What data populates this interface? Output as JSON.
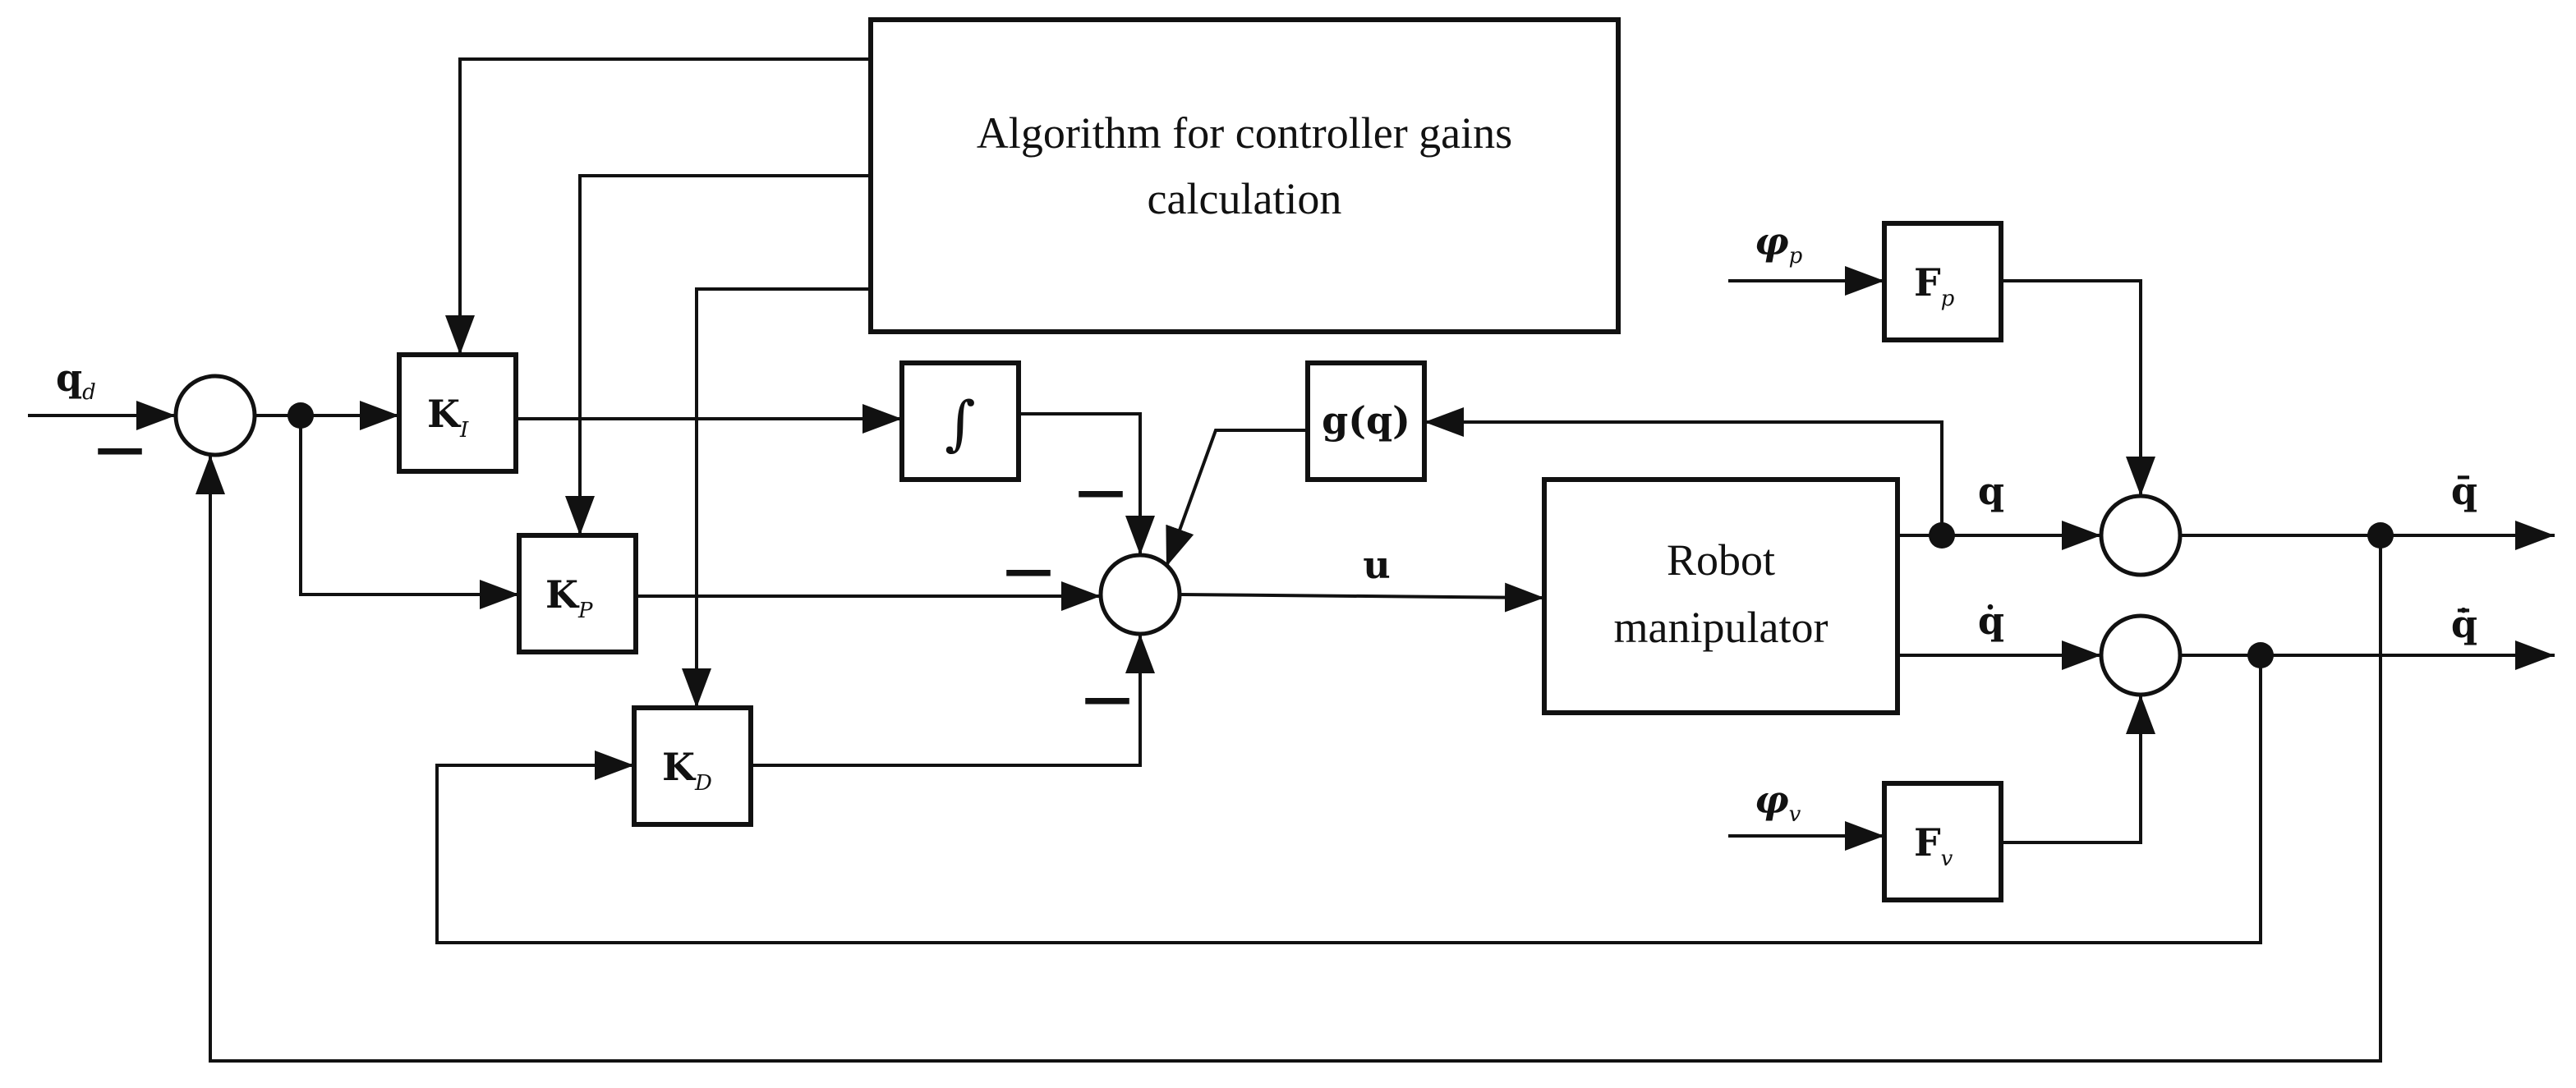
{
  "algorithm_block": {
    "line1": "Algorithm for controller gains",
    "line2": "calculation"
  },
  "robot_block": {
    "line1": "Robot",
    "line2": "manipulator"
  },
  "blocks": {
    "ki": {
      "main": "K",
      "sub": "I"
    },
    "kp": {
      "main": "K",
      "sub": "P"
    },
    "kd": {
      "main": "K",
      "sub": "D"
    },
    "integral": "∫",
    "gravity": "g(q)",
    "fp": {
      "main": "F",
      "sub": "p"
    },
    "fv": {
      "main": "F",
      "sub": "v"
    }
  },
  "signals": {
    "qd": {
      "main": "q",
      "sub": "d"
    },
    "u": "u",
    "q": "q",
    "qdot": "q̇",
    "phi_p": {
      "main": "φ",
      "sub": "p"
    },
    "phi_v": {
      "main": "φ",
      "sub": "v"
    },
    "qbar": "q̄",
    "qbar_dot": "q̄̇"
  },
  "signs": {
    "minus": "—"
  }
}
